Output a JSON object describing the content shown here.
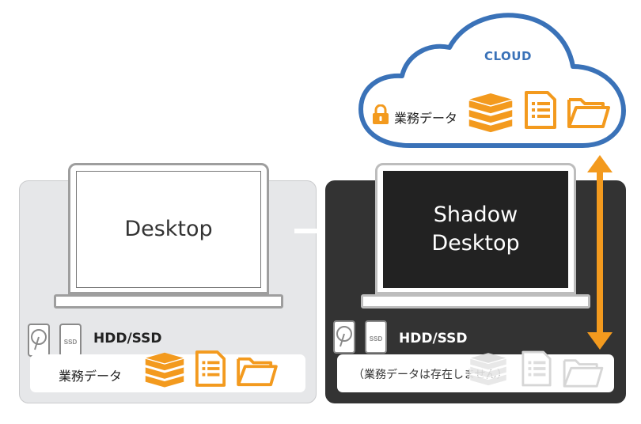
{
  "cloud": {
    "label": "CLOUD",
    "data_label": "業務データ",
    "border_color": "#3a72b8",
    "icons": [
      "lock-icon",
      "database-icon",
      "document-icon",
      "folder-icon"
    ]
  },
  "desktop": {
    "screen_text": "Desktop",
    "storage_label": "HDD/SSD",
    "data_label": "業務データ",
    "icons": [
      "hdd-icon",
      "ssd-icon",
      "database-icon",
      "document-icon",
      "folder-icon"
    ]
  },
  "shadow_desktop": {
    "screen_text_line1": "Shadow",
    "screen_text_line2": "Desktop",
    "storage_label": "HDD/SSD",
    "data_label": "（業務データは存在しません）",
    "icons": [
      "hdd-icon",
      "ssd-icon",
      "database-icon",
      "document-icon",
      "folder-icon"
    ]
  },
  "colors": {
    "accent_orange": "#f39a1e",
    "panel_light": "#e6e7e9",
    "panel_dark": "#333333",
    "cloud_blue": "#3a72b8",
    "ghost_gray": "#cfcfcf"
  },
  "arrows": [
    "right-arrow-icon",
    "double-arrow-icon"
  ]
}
